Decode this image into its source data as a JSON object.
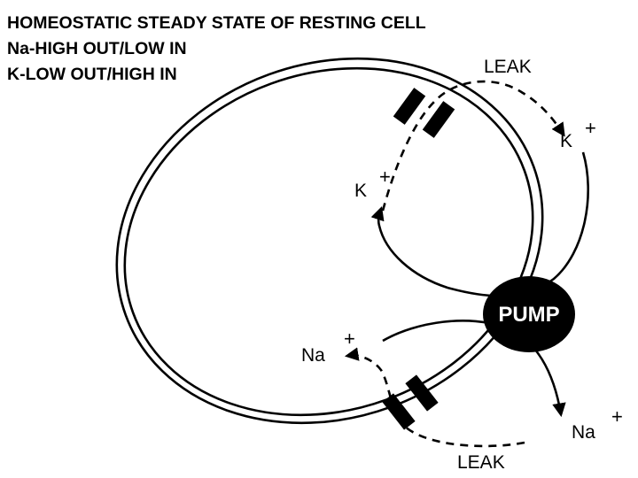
{
  "title": {
    "line1": "HOMEOSTATIC STEADY STATE OF RESTING CELL",
    "line2": "Na-HIGH OUT/LOW IN",
    "line3": "K-LOW OUT/HIGH IN"
  },
  "labels": {
    "leak_top": "LEAK",
    "leak_bottom": "LEAK",
    "k_outside": "K",
    "k_inside": "K",
    "na_inside": "Na",
    "na_outside": "Na",
    "plus": "+",
    "pump": "PUMP"
  }
}
